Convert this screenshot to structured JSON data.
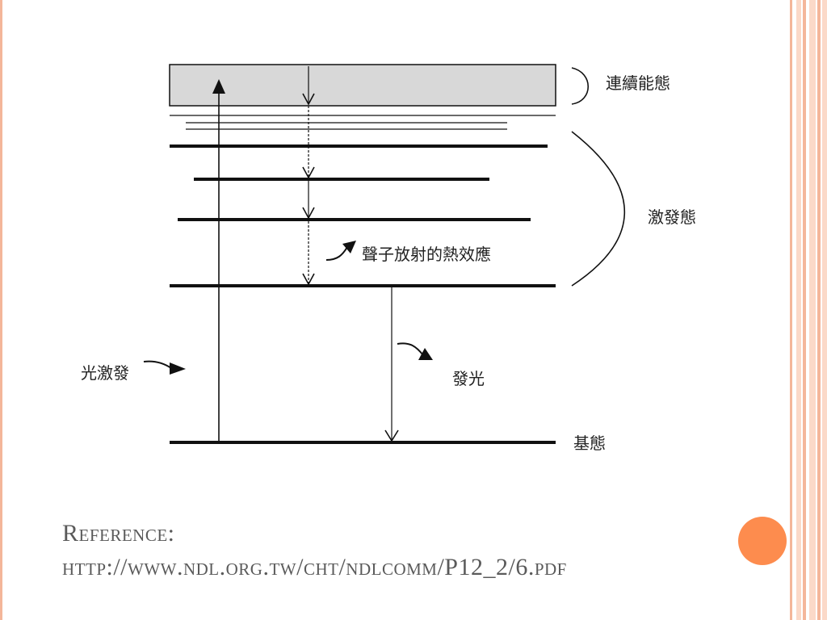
{
  "theme": {
    "frame_color": "#f4b69a",
    "frame_light": "#fbd9c8",
    "accent_dot": "#fd8c4e",
    "band_fill": "#d8d8d8",
    "line_color": "#111111",
    "reference_color": "#5a5a5a"
  },
  "diagram": {
    "label_continuum": "連續能態",
    "label_excited": "激發態",
    "label_phonon": "聲子放射的熱效應",
    "label_photoexcitation": "光激發",
    "label_emission": "發光",
    "label_ground": "基態"
  },
  "reference": {
    "line1": "Reference:",
    "line2": "http://www.ndl.org.tw/cht/ndlcomm/P12_2/6.pdf"
  }
}
